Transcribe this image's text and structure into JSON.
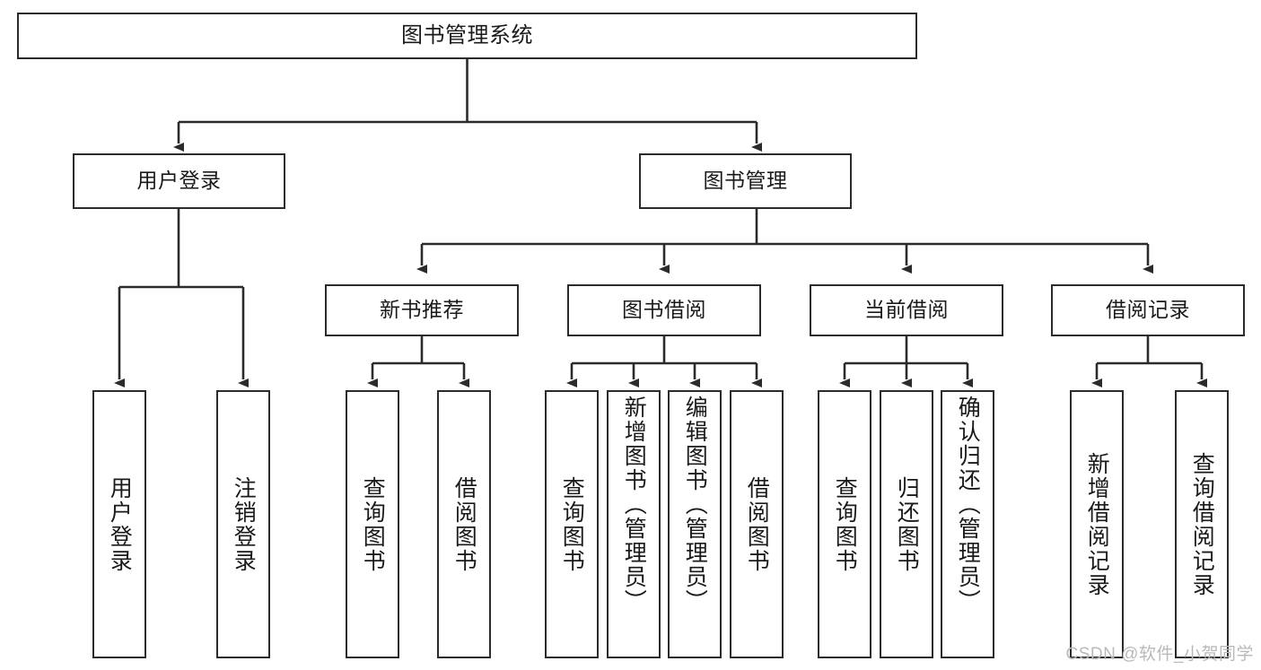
{
  "diagram": {
    "title": "图书管理系统",
    "type": "hierarchy-tree",
    "watermark": "CSDN @软件_小贺同学",
    "colors": {
      "stroke": "#2b2b2b",
      "fill": "#ffffff",
      "text": "#1a1a1a",
      "watermark": "#b9b9b9"
    },
    "nodes": {
      "root": {
        "label": "图书管理系统"
      },
      "level2": [
        {
          "id": "user-login",
          "label": "用户登录"
        },
        {
          "id": "book-manage",
          "label": "图书管理"
        }
      ],
      "level3": [
        {
          "id": "new-book-recommend",
          "label": "新书推荐"
        },
        {
          "id": "book-borrow",
          "label": "图书借阅"
        },
        {
          "id": "current-borrow",
          "label": "当前借阅"
        },
        {
          "id": "borrow-record",
          "label": "借阅记录"
        }
      ],
      "leaves": {
        "user-login": [
          {
            "id": "leaf-user-login",
            "label": "用户登录"
          },
          {
            "id": "leaf-user-logout",
            "label": "注销登录"
          }
        ],
        "new-book-recommend": [
          {
            "id": "leaf-query-book-1",
            "label": "查询图书"
          },
          {
            "id": "leaf-borrow-book-1",
            "label": "借阅图书"
          }
        ],
        "book-borrow": [
          {
            "id": "leaf-query-book-2",
            "label": "查询图书"
          },
          {
            "id": "leaf-add-book",
            "label": "新增图书（管理员）"
          },
          {
            "id": "leaf-edit-book",
            "label": "编辑图书（管理员）"
          },
          {
            "id": "leaf-borrow-book-2",
            "label": "借阅图书"
          }
        ],
        "current-borrow": [
          {
            "id": "leaf-query-book-3",
            "label": "查询图书"
          },
          {
            "id": "leaf-return-book",
            "label": "归还图书"
          },
          {
            "id": "leaf-confirm-return",
            "label": "确认归还（管理员）"
          }
        ],
        "borrow-record": [
          {
            "id": "leaf-add-record",
            "label": "新增借阅记录"
          },
          {
            "id": "leaf-query-record",
            "label": "查询借阅记录"
          }
        ]
      }
    }
  }
}
